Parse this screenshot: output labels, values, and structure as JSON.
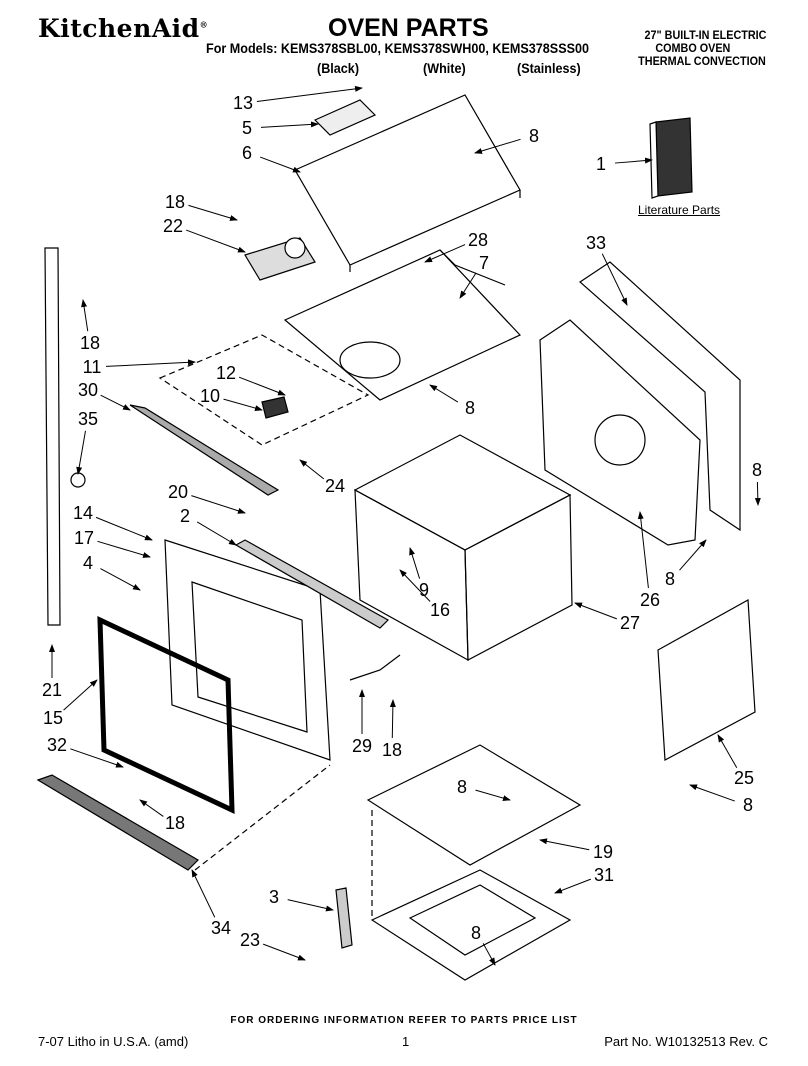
{
  "header": {
    "brand": "KitchenAid",
    "title": "OVEN PARTS",
    "models_line": "For Models: KEMS378SBL00, KEMS378SWH00, KEMS378SSS00",
    "variants": [
      "(Black)",
      "(White)",
      "(Stainless)"
    ],
    "description": [
      "27\" BUILT-IN ELECTRIC",
      "COMBO OVEN",
      "THERMAL CONVECTION"
    ]
  },
  "literature_label": "Literature Parts",
  "callouts": [
    "13",
    "5",
    "6",
    "8",
    "1",
    "18",
    "22",
    "28",
    "7",
    "33",
    "18",
    "11",
    "12",
    "10",
    "30",
    "35",
    "8",
    "8",
    "24",
    "20",
    "14",
    "2",
    "17",
    "4",
    "9",
    "16",
    "26",
    "8",
    "27",
    "21",
    "15",
    "29",
    "18",
    "32",
    "25",
    "8",
    "8",
    "18",
    "19",
    "31",
    "3",
    "34",
    "23",
    "8"
  ],
  "footer": {
    "ordering": "FOR ORDERING INFORMATION REFER TO PARTS PRICE LIST",
    "litho": "7-07 Litho in U.S.A. (amd)",
    "page": "1",
    "part_no": "Part No. W10132513 Rev. C"
  }
}
